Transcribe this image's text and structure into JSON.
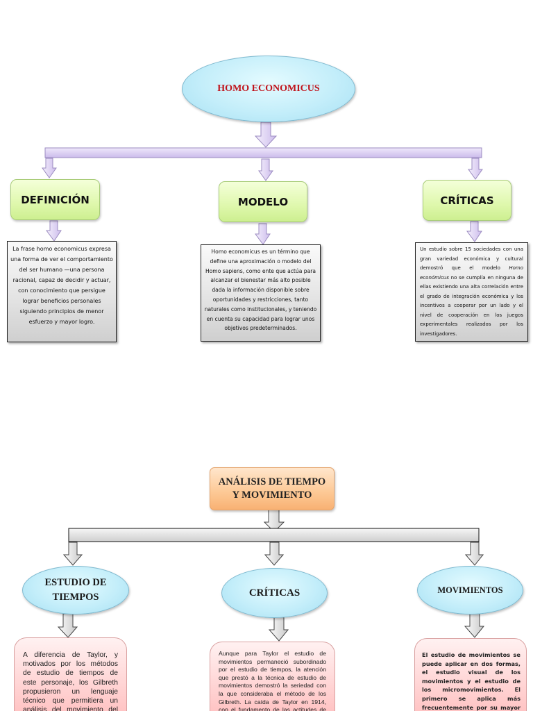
{
  "diagram1": {
    "root": {
      "label": "HOMO ECONOMICUS",
      "color": "#c0141c"
    },
    "branches": [
      {
        "title": "DEFINICIÓN",
        "text": "La frase homo economicus expresa una forma de ver el comportamiento del ser humano —una persona racional, capaz de decidir y actuar, con conocimiento que persigue lograr beneficios personales siguiendo principios de menor esfuerzo y mayor logro."
      },
      {
        "title": "MODELO",
        "text": "Homo economicus es un término que define una aproximación o modelo del Homo sapiens, como ente que actúa para alcanzar el bienestar más alto posible dada la información disponible sobre oportunidades y restricciones, tanto naturales como institucionales, y teniendo en cuenta su capacidad para lograr unos objetivos predeterminados."
      },
      {
        "title": "CRÍTICAS",
        "text_before": "Un estudio sobre 15 sociedades con una gran variedad económica y cultural demostró que el modelo ",
        "text_italic": "Homo económicus",
        "text_after": " no se cumplía en ninguna de ellas existiendo una alta correlación entre el grado de integración económica y los incentivos a cooperar por un lado y el nivel de cooperación en los juegos experimentales realizados por los investigadores."
      }
    ],
    "arrow_color": "#d9ccf2"
  },
  "diagram2": {
    "root": {
      "line1": "ANÁLISIS DE TIEMPO",
      "line2": "Y MOVIMIENTO"
    },
    "branches": [
      {
        "title_line1": "ESTUDIO DE",
        "title_line2": "TIEMPOS",
        "text": "A diferencia de Taylor, y motivados por los métodos de estudio de tiempos de este personaje, los Gilbreth propusieron un lenguaje técnico que permitiera un análisis del movimiento del"
      },
      {
        "title": "CRÍTICAS",
        "text": "Aunque para Taylor el estudio de movimientos permaneció subordinado por el estudio de tiempos, la atención que prestó a la técnica de estudio de movimientos demostró la seriedad con la que consideraba el método de los Gilbreth. La caída de Taylor en 1914, con el fundamento de las actitudes de los"
      },
      {
        "title": "MOVIMIENTOS",
        "text": "El estudio de movimientos se puede aplicar en dos formas, el estudio visual de los movimientos y el estudio de los micromovimientos. El primero se aplica más frecuentemente por su mayor simplicidad y menor costo,"
      }
    ],
    "arrow_color": "#d8d8d8"
  }
}
